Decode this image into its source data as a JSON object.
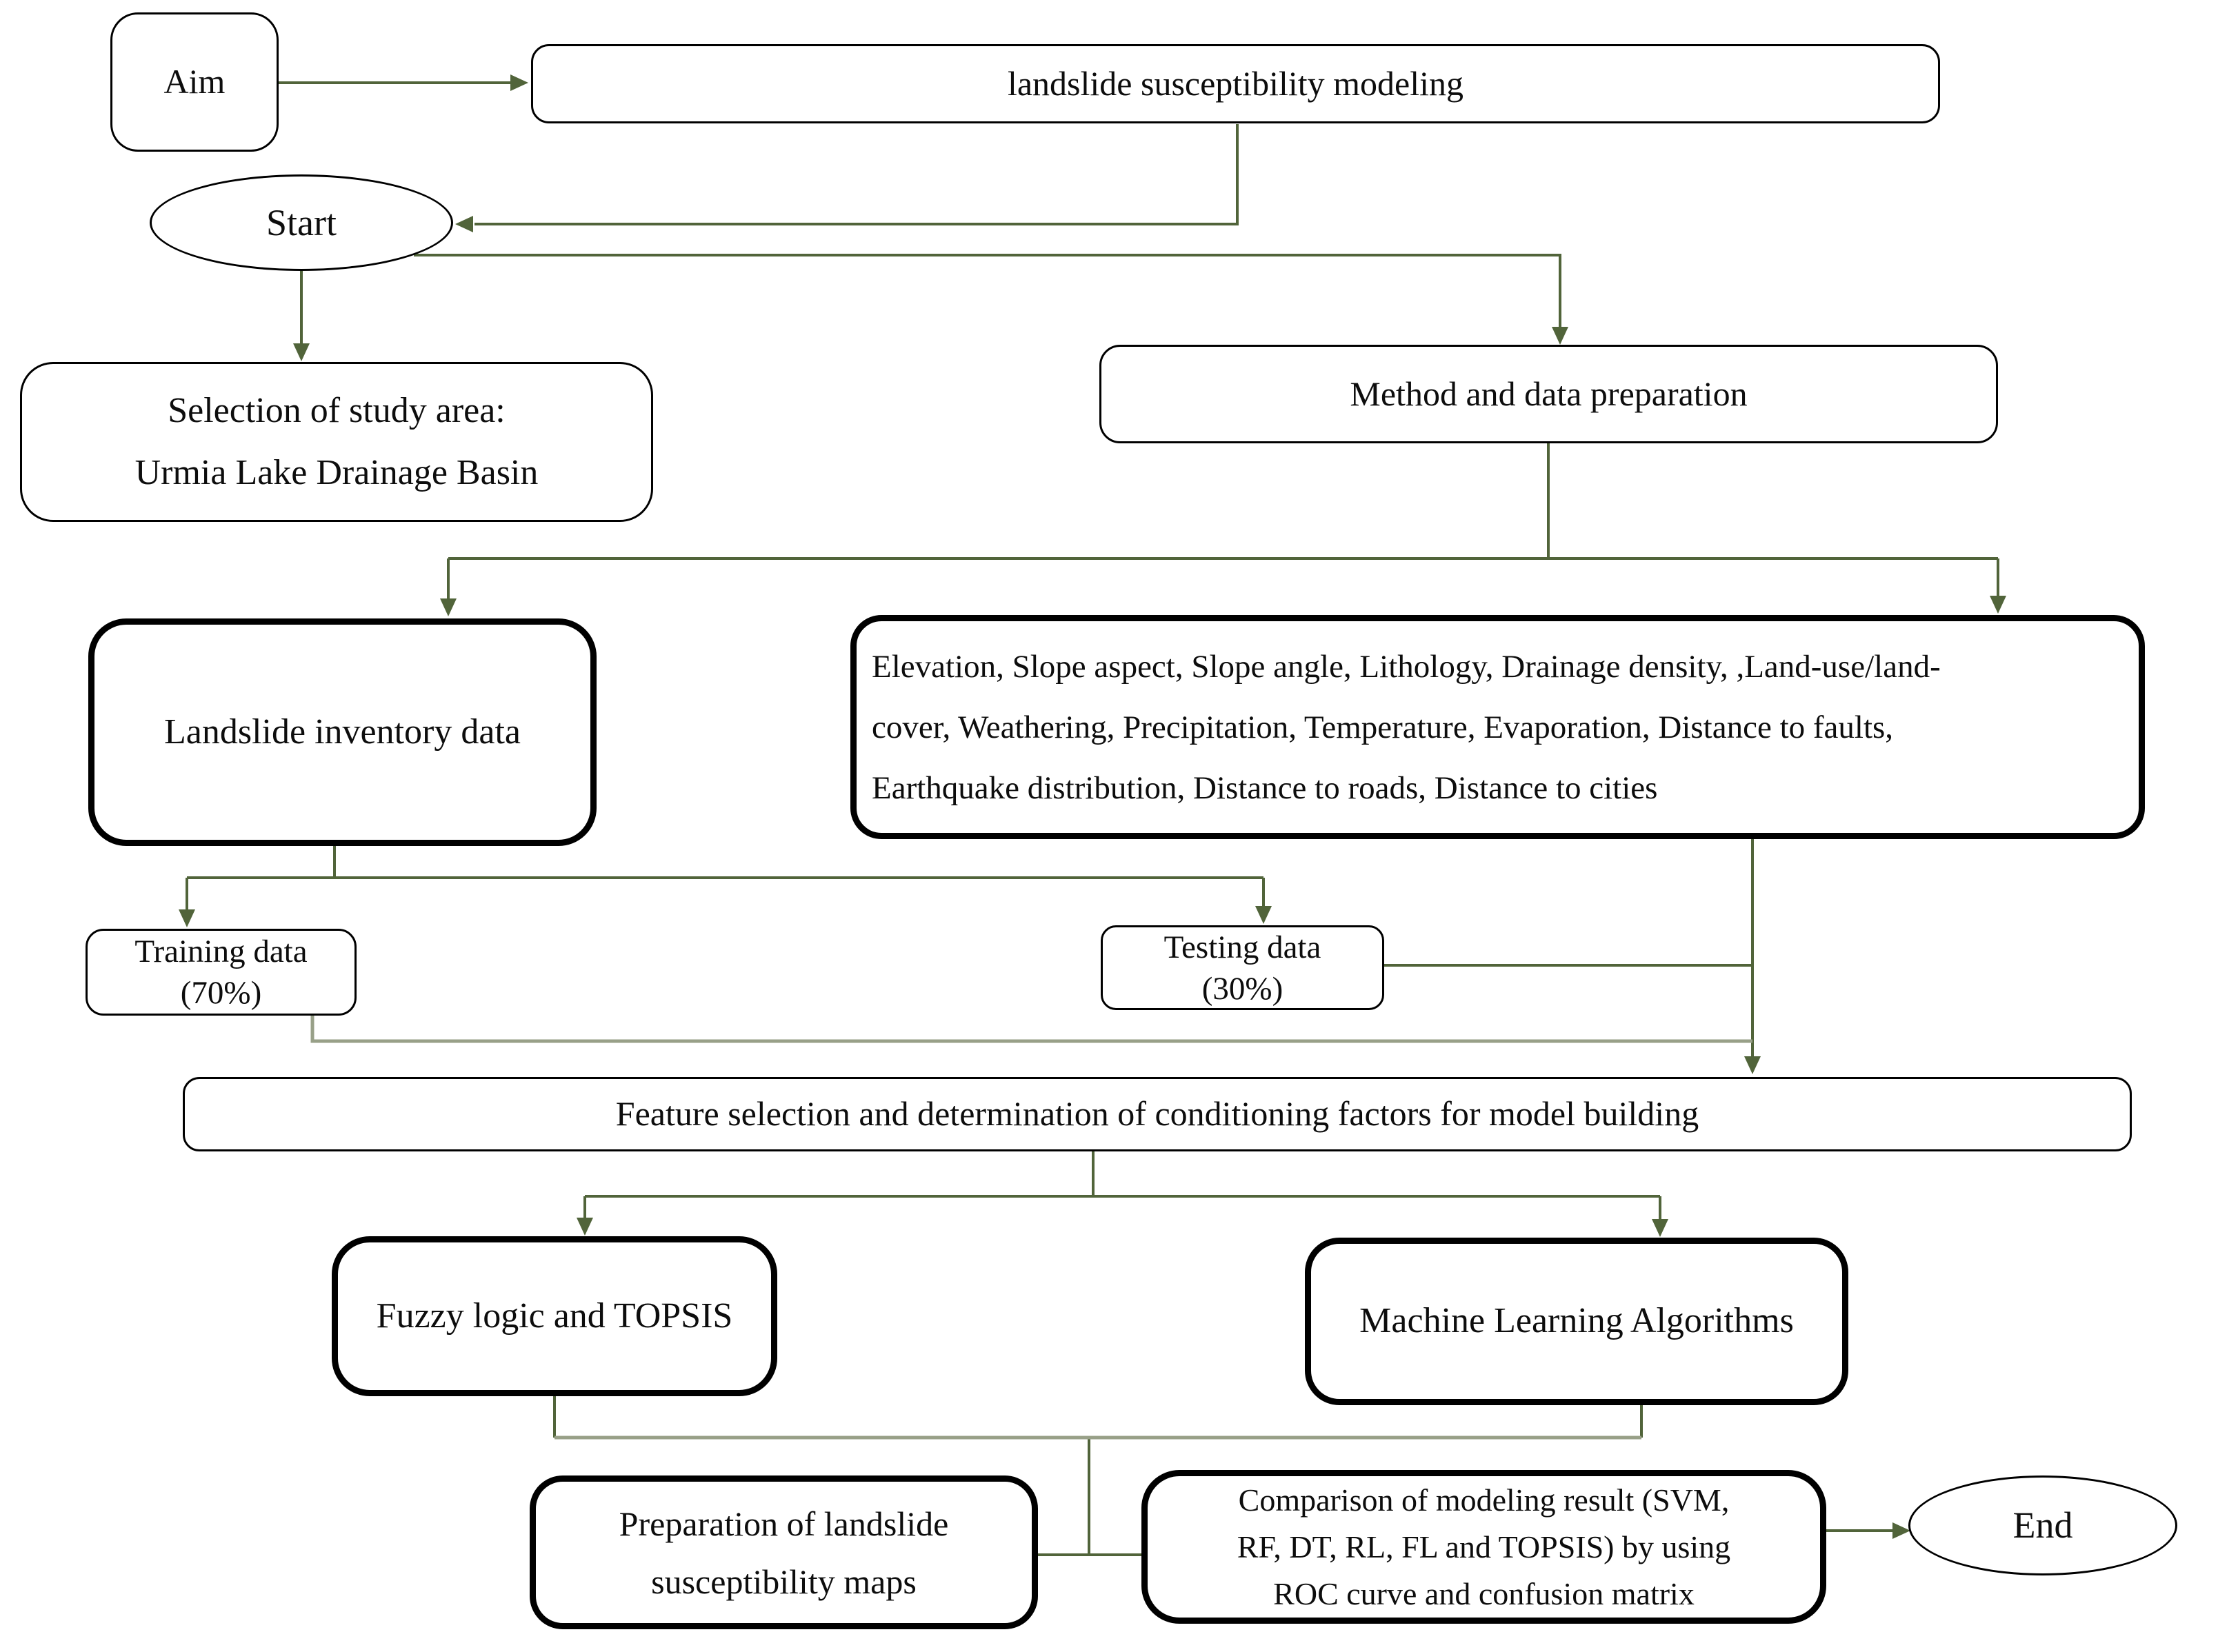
{
  "diagram": {
    "title_hint": "landslide susceptibility modeling flowchart",
    "colors": {
      "line": "#51643a",
      "line_muted": "#98a088",
      "border": "#000000",
      "text": "#0d0d0d",
      "background": "#ffffff"
    },
    "nodes": {
      "aim": {
        "label": "Aim"
      },
      "goal": {
        "label": "landslide susceptibility modeling"
      },
      "start": {
        "label": "Start"
      },
      "study_area": {
        "lines": [
          "Selection of study area:",
          "Urmia Lake Drainage Basin"
        ]
      },
      "method": {
        "label": "Method and data preparation"
      },
      "inventory": {
        "label": "Landslide inventory data"
      },
      "factors": {
        "lines": [
          "Elevation, Slope aspect, Slope angle, Lithology, Drainage density, ,Land-use/land-",
          "cover, Weathering, Precipitation, Temperature, Evaporation, Distance to faults,",
          "Earthquake distribution, Distance to roads, Distance to cities"
        ]
      },
      "training": {
        "lines": [
          "Training data",
          "(70%)"
        ]
      },
      "testing": {
        "lines": [
          "Testing data",
          "(30%)"
        ]
      },
      "feature": {
        "label": "Feature selection and determination of conditioning factors for model building"
      },
      "fuzzy": {
        "label": "Fuzzy logic and TOPSIS"
      },
      "ml": {
        "label": "Machine Learning Algorithms"
      },
      "maps": {
        "lines": [
          "Preparation of landslide",
          "susceptibility maps"
        ]
      },
      "comparison": {
        "lines": [
          "Comparison of modeling result (SVM,",
          "RF, DT, RL, FL and TOPSIS) by using",
          "ROC curve and confusion matrix"
        ]
      },
      "end": {
        "label": "End"
      }
    }
  }
}
